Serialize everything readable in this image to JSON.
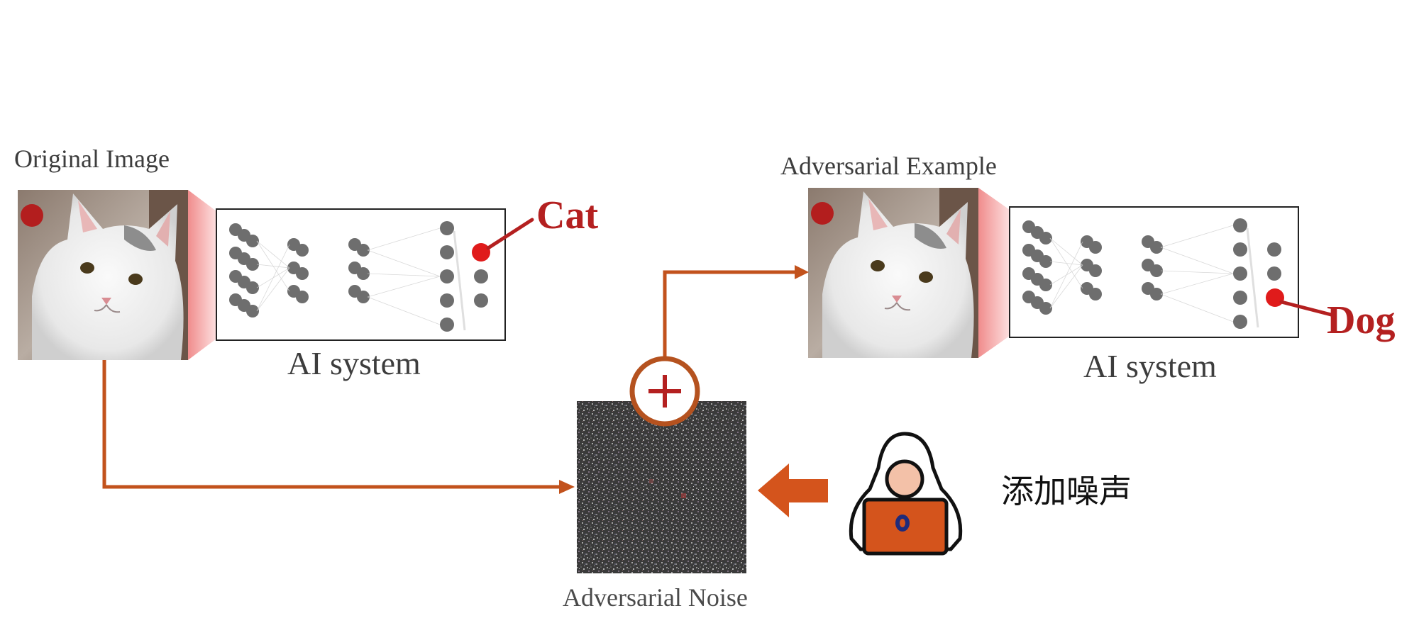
{
  "labels": {
    "original_image": "Original Image",
    "adversarial_example": "Adversarial Example",
    "ai_system_left": "AI system",
    "ai_system_right": "AI system",
    "adversarial_noise": "Adversarial Noise",
    "output_left": "Cat",
    "output_right": "Dog",
    "add_noise": "添加噪声",
    "plus": "+"
  },
  "colors": {
    "arrow": "#c2521c",
    "output": "#b42020",
    "output_dot": "#e01b1b",
    "node": "#6e6e6e",
    "laptop": "#d4541c"
  },
  "icons": {
    "left_image": "cat-photo",
    "right_image": "cat-photo",
    "noise": "noise-texture",
    "person": "hacker-with-laptop-icon",
    "plus": "plus-circle-icon"
  }
}
